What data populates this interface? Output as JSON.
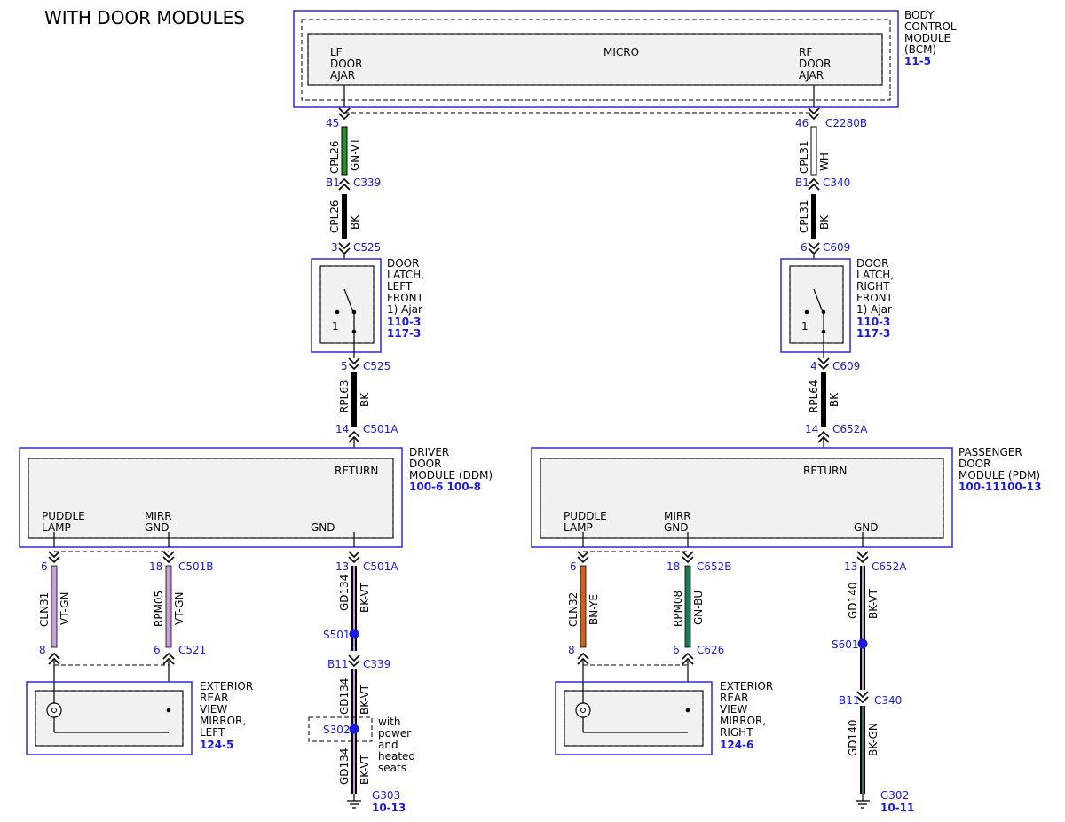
{
  "title": "WITH DOOR MODULES",
  "bcm": {
    "name": [
      "BODY",
      "CONTROL",
      "MODULE",
      "(BCM)"
    ],
    "ref": "11-5",
    "micro_label": "MICRO",
    "lf_label": [
      "LF",
      "DOOR",
      "AJAR"
    ],
    "rf_label": [
      "RF",
      "DOOR",
      "AJAR"
    ]
  },
  "left_circuit": {
    "bcm_pin": "45",
    "bcm_conn": "C2280B",
    "wire1": {
      "circuit": "CPL26",
      "color": "GN-VT",
      "fill": "#2e8b2e"
    },
    "c339": {
      "pin": "B1",
      "conn": "C339"
    },
    "wire2": {
      "circuit": "CPL26",
      "color": "BK"
    },
    "c525_top": {
      "pin": "3",
      "conn": "C525"
    },
    "latch": {
      "name": [
        "DOOR",
        "LATCH,",
        "LEFT",
        "FRONT",
        "1) Ajar"
      ],
      "refs": [
        "110-3",
        "117-3"
      ],
      "switch_num": "1"
    },
    "c525_bot": {
      "pin": "5",
      "conn": "C525"
    },
    "wire3": {
      "circuit": "RPL63",
      "color": "BK"
    },
    "c501a_top": {
      "pin": "14",
      "conn": "C501A"
    }
  },
  "right_circuit": {
    "bcm_pin": "46",
    "bcm_conn": "C2280B",
    "wire1": {
      "circuit": "CPL31",
      "color": "WH",
      "fill": "#ffffff"
    },
    "c340": {
      "pin": "B1",
      "conn": "C340"
    },
    "wire2": {
      "circuit": "CPL31",
      "color": "BK"
    },
    "c609_top": {
      "pin": "6",
      "conn": "C609"
    },
    "latch": {
      "name": [
        "DOOR",
        "LATCH,",
        "RIGHT",
        "FRONT",
        "1) Ajar"
      ],
      "refs": [
        "110-3",
        "117-3"
      ],
      "switch_num": "1"
    },
    "c609_bot": {
      "pin": "4",
      "conn": "C609"
    },
    "wire3": {
      "circuit": "RPL64",
      "color": "BK"
    },
    "c652a_top": {
      "pin": "14",
      "conn": "C652A"
    }
  },
  "ddm": {
    "name": [
      "DRIVER",
      "DOOR",
      "MODULE (DDM)"
    ],
    "refs": "100-6 100-8",
    "return_label": "RETURN",
    "puddle_label": [
      "PUDDLE",
      "LAMP"
    ],
    "mirr_label": [
      "MIRR",
      "GND"
    ],
    "gnd_label": "GND"
  },
  "pdm": {
    "name": [
      "PASSENGER",
      "DOOR",
      "MODULE (PDM)"
    ],
    "refs": "100-11100-13",
    "return_label": "RETURN",
    "puddle_label": [
      "PUDDLE",
      "LAMP"
    ],
    "mirr_label": [
      "MIRR",
      "GND"
    ],
    "gnd_label": "GND"
  },
  "ddm_lower": {
    "puddle_pin": "6",
    "mirr_pin": "18",
    "mirr_conn": "C501B",
    "wire_puddle": {
      "circuit": "CLN31",
      "color": "VT-GN",
      "fill": "#c9a0d8"
    },
    "wire_mirr": {
      "circuit": "RPM05",
      "color": "VT-GN",
      "fill": "#c9a0d8"
    },
    "mirror_puddle_pin": "8",
    "mirror_mirr_pin": "6",
    "mirror_conn": "C521",
    "mirror": {
      "name": [
        "EXTERIOR",
        "REAR",
        "VIEW",
        "MIRROR,",
        "LEFT"
      ],
      "ref": "124-5"
    },
    "gnd_pin": "13",
    "gnd_conn": "C501A",
    "gnd_wire1": {
      "circuit": "GD134",
      "color": "BK-VT"
    },
    "splice1": "S501",
    "c339": {
      "pin": "B11",
      "conn": "C339"
    },
    "gnd_wire2": {
      "circuit": "GD134",
      "color": "BK-VT"
    },
    "splice2": "S302",
    "splice2_note": [
      "with",
      "power",
      "and",
      "heated",
      "seats"
    ],
    "gnd_wire3": {
      "circuit": "GD134",
      "color": "BK-VT"
    },
    "ground": "G303",
    "ground_ref": "10-13"
  },
  "pdm_lower": {
    "puddle_pin": "6",
    "mirr_pin": "18",
    "mirr_conn": "C652B",
    "wire_puddle": {
      "circuit": "CLN32",
      "color": "BN-YE",
      "fill": "#c8641e"
    },
    "wire_mirr": {
      "circuit": "RPM08",
      "color": "GN-BU",
      "fill": "#1e7a52"
    },
    "mirror_puddle_pin": "8",
    "mirror_mirr_pin": "6",
    "mirror_conn": "C626",
    "mirror": {
      "name": [
        "EXTERIOR",
        "REAR",
        "VIEW",
        "MIRROR,",
        "RIGHT"
      ],
      "ref": "124-6"
    },
    "gnd_pin": "13",
    "gnd_conn": "C652A",
    "gnd_wire1": {
      "circuit": "GD140",
      "color": "BK-VT"
    },
    "splice1": "S601",
    "c340": {
      "pin": "B11",
      "conn": "C340"
    },
    "gnd_wire2": {
      "circuit": "GD140",
      "color": "BK-GN"
    },
    "ground": "G302",
    "ground_ref": "10-11"
  },
  "colors": {
    "box_blue": "#2b2bd6",
    "text_blue": "#1a1adc",
    "bk_vt_stripe": "#c9a0d8",
    "bk_gn_stripe": "#2e8b2e"
  }
}
